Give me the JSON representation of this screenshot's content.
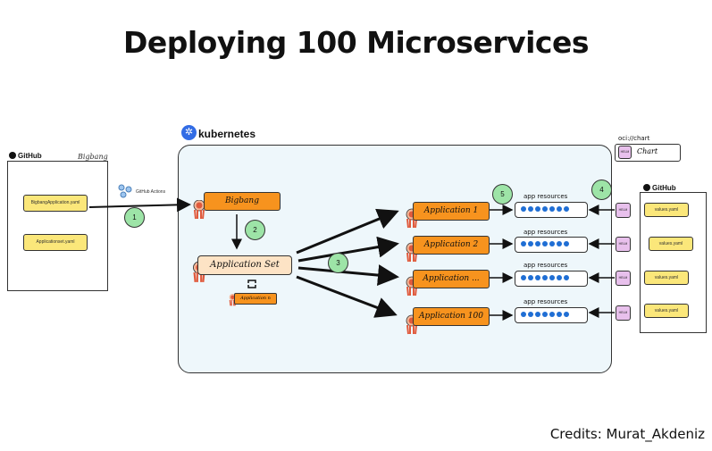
{
  "title": "Deploying 100 Microservices",
  "credits": "Credits: Murat_Akdeniz",
  "kubernetes_label": "kubernetes",
  "github_left": {
    "label": "GitHub",
    "repo": "Bigbang",
    "files": [
      "BigbangApplication.yaml",
      "Applicationset.yaml"
    ]
  },
  "github_actions_label": "GitHub Actions",
  "bigbang_label": "Bigbang",
  "appset_label": "Application Set",
  "app_n_label": "Application n",
  "apps": [
    "Application 1",
    "Application 2",
    "Application ...",
    "Application 100"
  ],
  "app_resources_label": "app resources",
  "steps": [
    "1",
    "2",
    "3",
    "4",
    "5"
  ],
  "oci_label": "oci://chart",
  "chart_label": "Chart",
  "helm_label": "HELM",
  "github_right": {
    "label": "GitHub",
    "files": [
      "values.yaml",
      "values.yaml",
      "values.yaml",
      "values.yaml"
    ]
  },
  "colors": {
    "orange": "#f7931e",
    "green": "#9de4a7",
    "yellow": "#fbe77a",
    "k8s_blue": "#326ce5",
    "helm_purple": "#e8c0ec"
  }
}
